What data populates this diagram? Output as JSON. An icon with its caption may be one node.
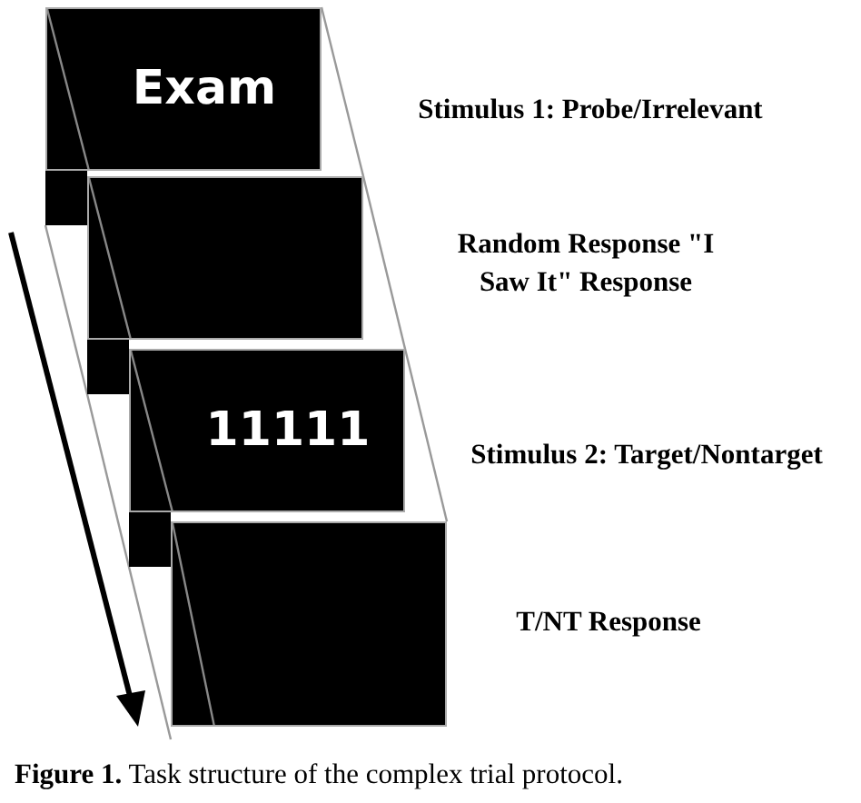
{
  "diagram": {
    "caption": "**Figure 1.** Task structure of the complex trial protocol.",
    "nodes": [
      {
        "text": [
          "Exam"
        ],
        "beside": [
          "Stimulus 1: Probe/Irrelevant"
        ]
      },
      {
        "text": [],
        "shape": "box",
        "beside": [
          "Random Response \"I Saw It\" Response"
        ]
      },
      {
        "text": [
          "11111"
        ],
        "beside": [
          "Stimulus 2: Target/Nontarget"
        ]
      },
      {
        "text": [],
        "shape": "box",
        "beside": [
          "T/NT Response"
        ]
      }
    ],
    "edges": []
  }
}
